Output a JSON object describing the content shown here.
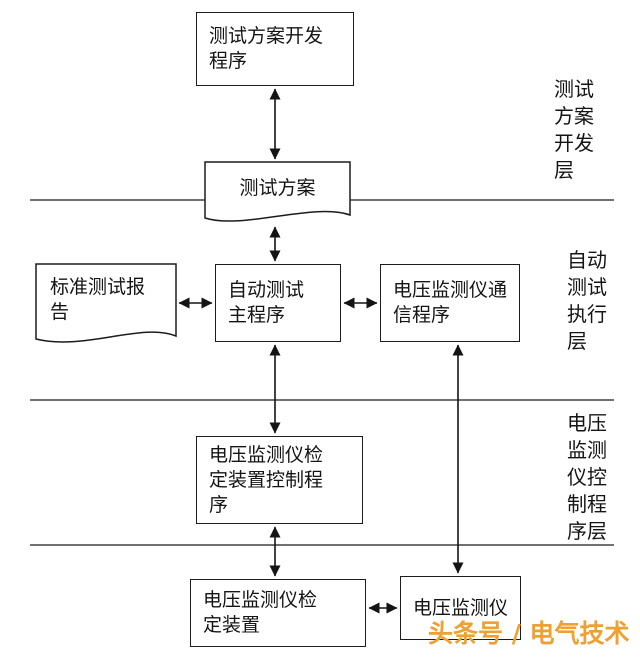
{
  "diagram": {
    "nodes": {
      "dev_program": "测试方案开发\n程序",
      "test_scheme": "测试方案",
      "main_program": "自动测试\n主程序",
      "std_report": "标准测试报\n告",
      "comm_program": "电压监测仪通\n信程序",
      "ctrl_program": "电压监测仪检\n定装置控制程\n序",
      "verif_device": "电压监测仪检\n定装置",
      "voltage_monitor": "电压监测仪"
    },
    "layers": {
      "layer1": "测试\n方案\n开发\n层",
      "layer2": "自动\n测试\n执行\n层",
      "layer3": "电压\n监测\n仪控\n制程\n序层"
    },
    "edges": [
      {
        "from": "dev_program",
        "to": "test_scheme",
        "bidirectional": true
      },
      {
        "from": "test_scheme",
        "to": "main_program",
        "bidirectional": true
      },
      {
        "from": "std_report",
        "to": "main_program",
        "bidirectional": true
      },
      {
        "from": "main_program",
        "to": "comm_program",
        "bidirectional": true
      },
      {
        "from": "main_program",
        "to": "ctrl_program",
        "bidirectional": true
      },
      {
        "from": "comm_program",
        "to": "voltage_monitor",
        "bidirectional": true
      },
      {
        "from": "ctrl_program",
        "to": "verif_device",
        "bidirectional": true
      },
      {
        "from": "verif_device",
        "to": "voltage_monitor",
        "bidirectional": true
      }
    ],
    "watermark": "头条号 / 电气技术",
    "colors": {
      "line": "#1c1c1c",
      "watermark": "#efa032"
    }
  }
}
